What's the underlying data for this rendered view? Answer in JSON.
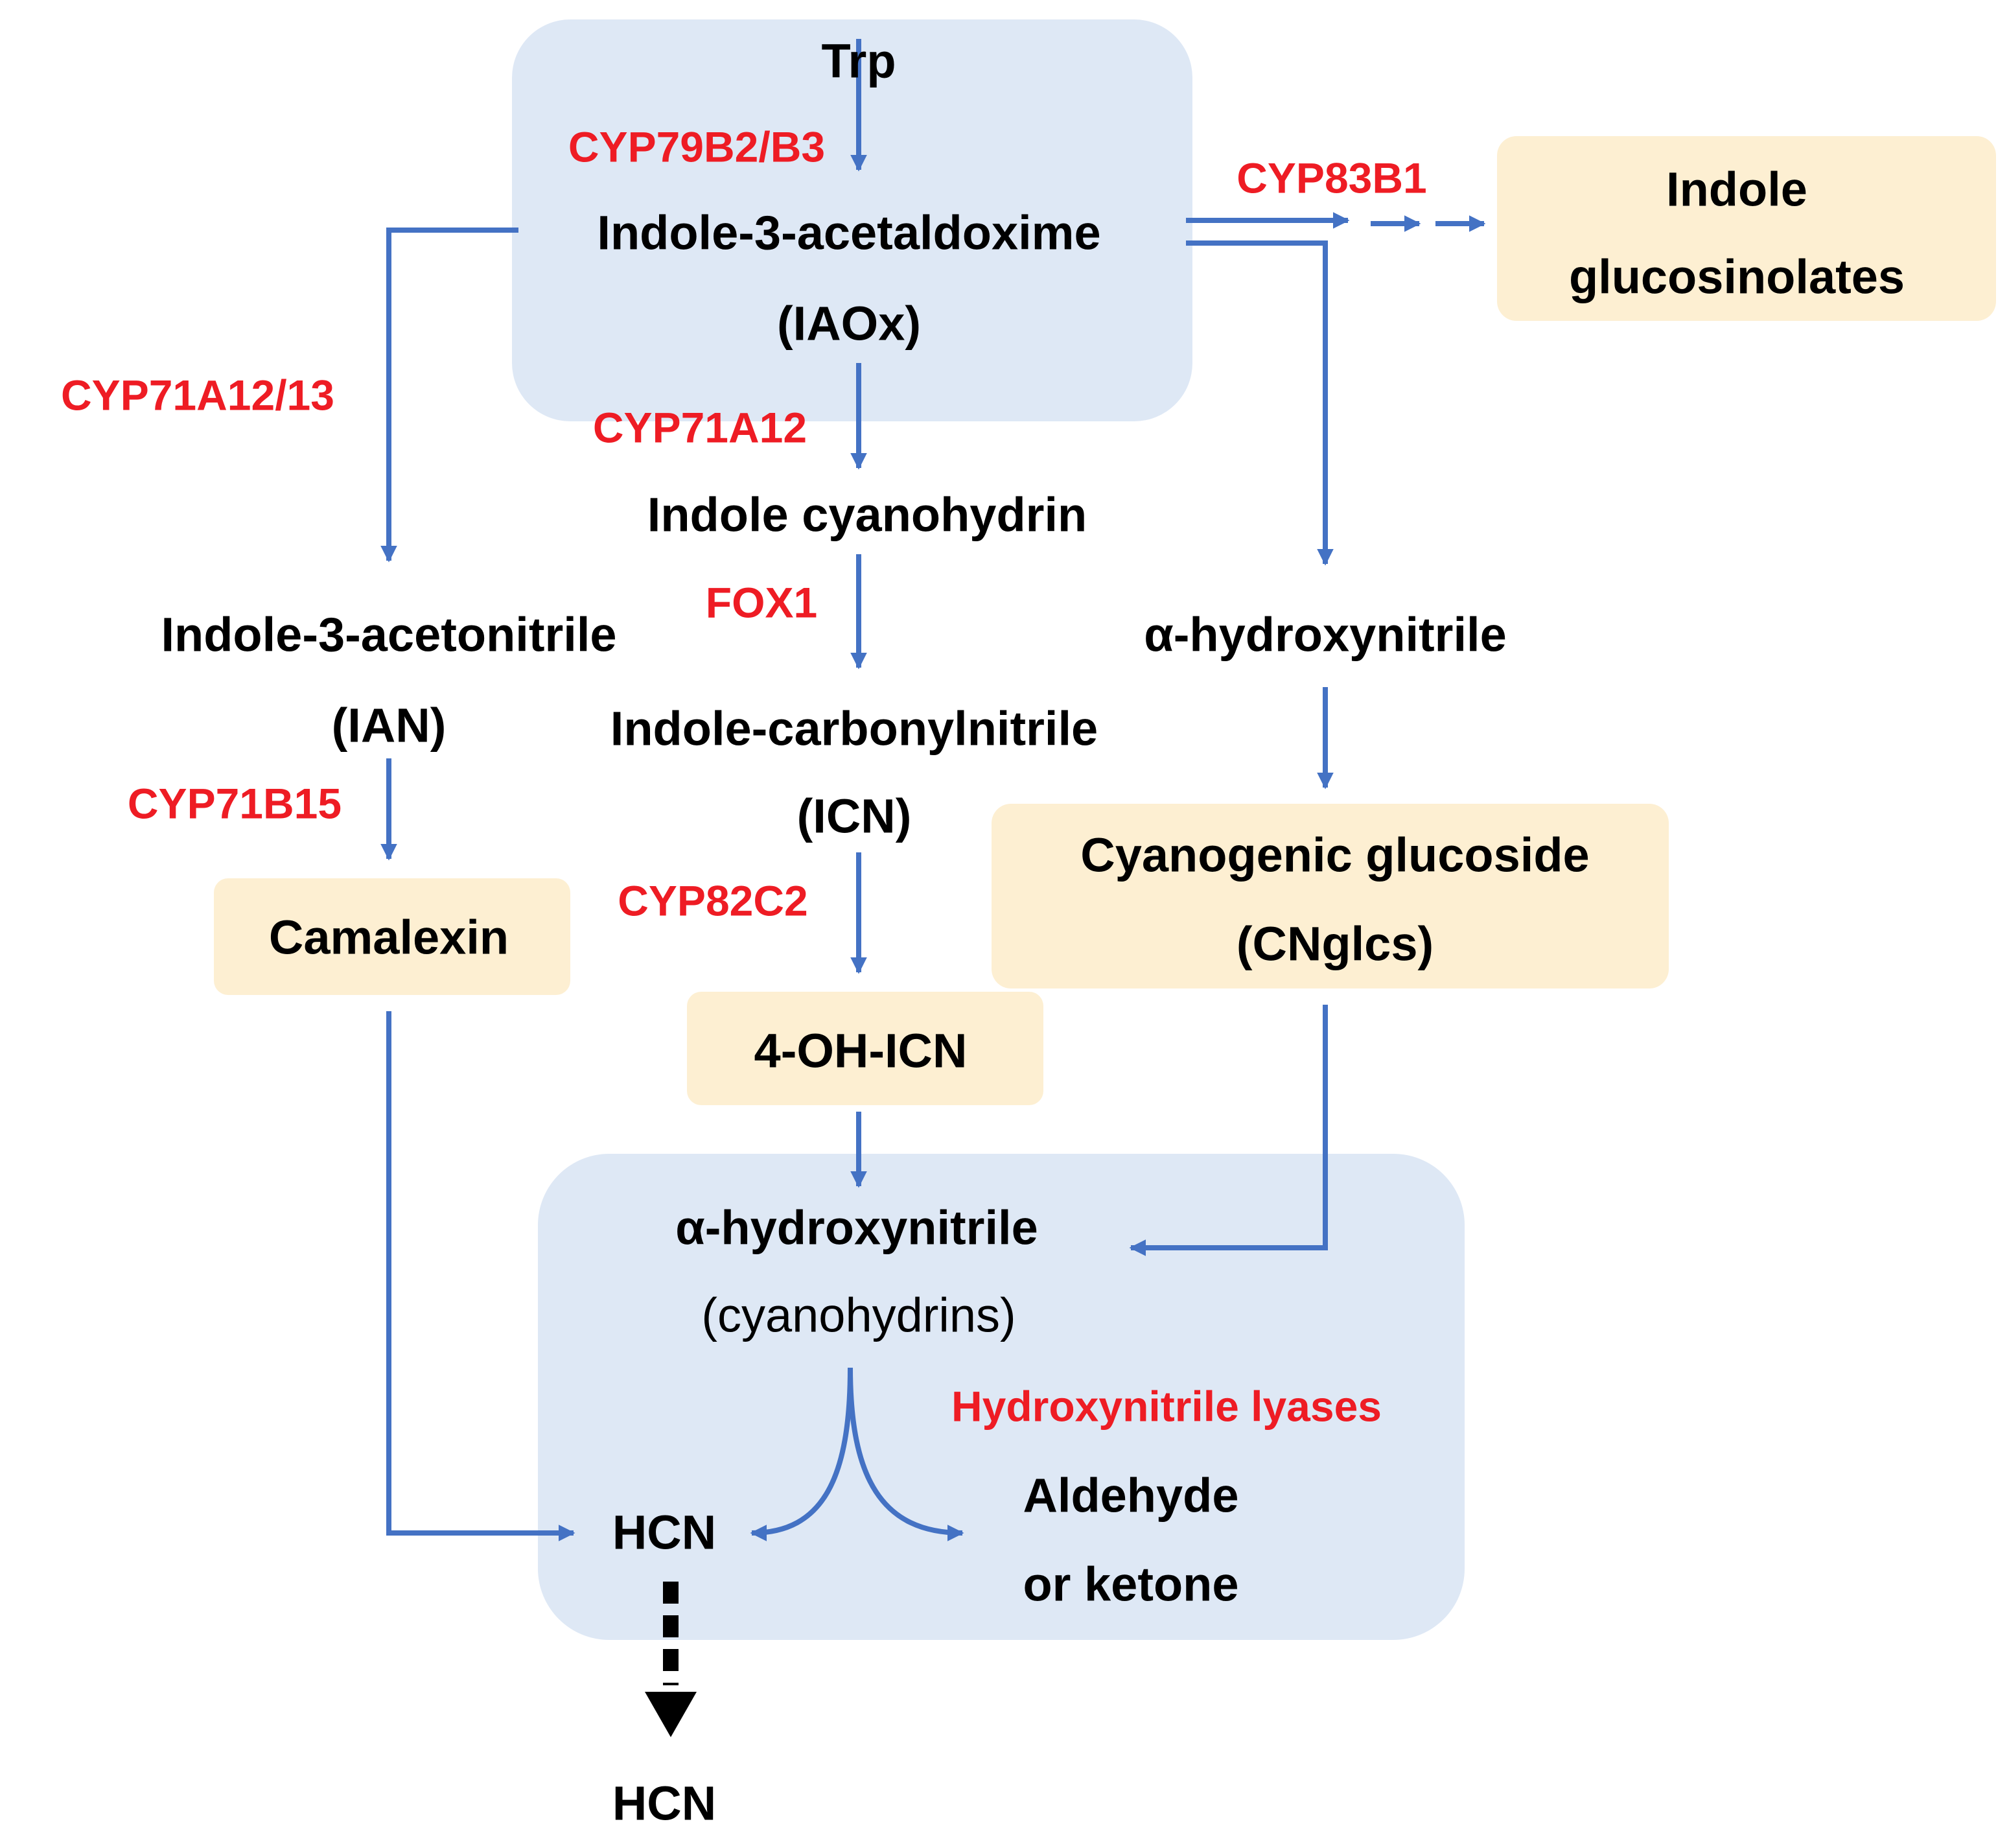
{
  "colors": {
    "arrow": "#4472c4",
    "enzyme": "#ee1c24",
    "compound": "#000000",
    "blue_region": "#dee8f5",
    "product_box": "#fdefd2",
    "hcn_arrow": "#000000"
  },
  "compounds": {
    "trp": "Trp",
    "iaox_name": "Indole-3-acetaldoxime",
    "iaox_abbr": "(IAOx)",
    "indole_gluc_line1": "Indole",
    "indole_gluc_line2": "glucosinolates",
    "indole_cyanohydrin": "Indole cyanohydrin",
    "ian_name": "Indole-3-acetonitrile",
    "ian_abbr": "(IAN)",
    "icn_name": "Indole-carbonylnitrile",
    "icn_abbr": "(ICN)",
    "alpha_hydroxynitrile_right": "α-hydroxynitrile",
    "cnglcs_line1": "Cyanogenic glucoside",
    "cnglcs_line2": "(CNglcs)",
    "camalexin": "Camalexin",
    "oh_icn": "4-OH-ICN",
    "alpha_hydroxynitrile_bottom": "α-hydroxynitrile",
    "cyanohydrins": "(cyanohydrins)",
    "hcn_inner": "HCN",
    "aldehyde_line1": "Aldehyde",
    "aldehyde_line2": "or ketone",
    "hcn_released": "HCN"
  },
  "enzymes": {
    "cyp79b2_b3": "CYP79B2/B3",
    "cyp83b1": "CYP83B1",
    "cyp71a12_13": "CYP71A12/13",
    "cyp71a12": "CYP71A12",
    "fox1": "FOX1",
    "cyp71b15": "CYP71B15",
    "cyp82c2": "CYP82C2",
    "hnl": "Hydroxynitrile lyases"
  }
}
